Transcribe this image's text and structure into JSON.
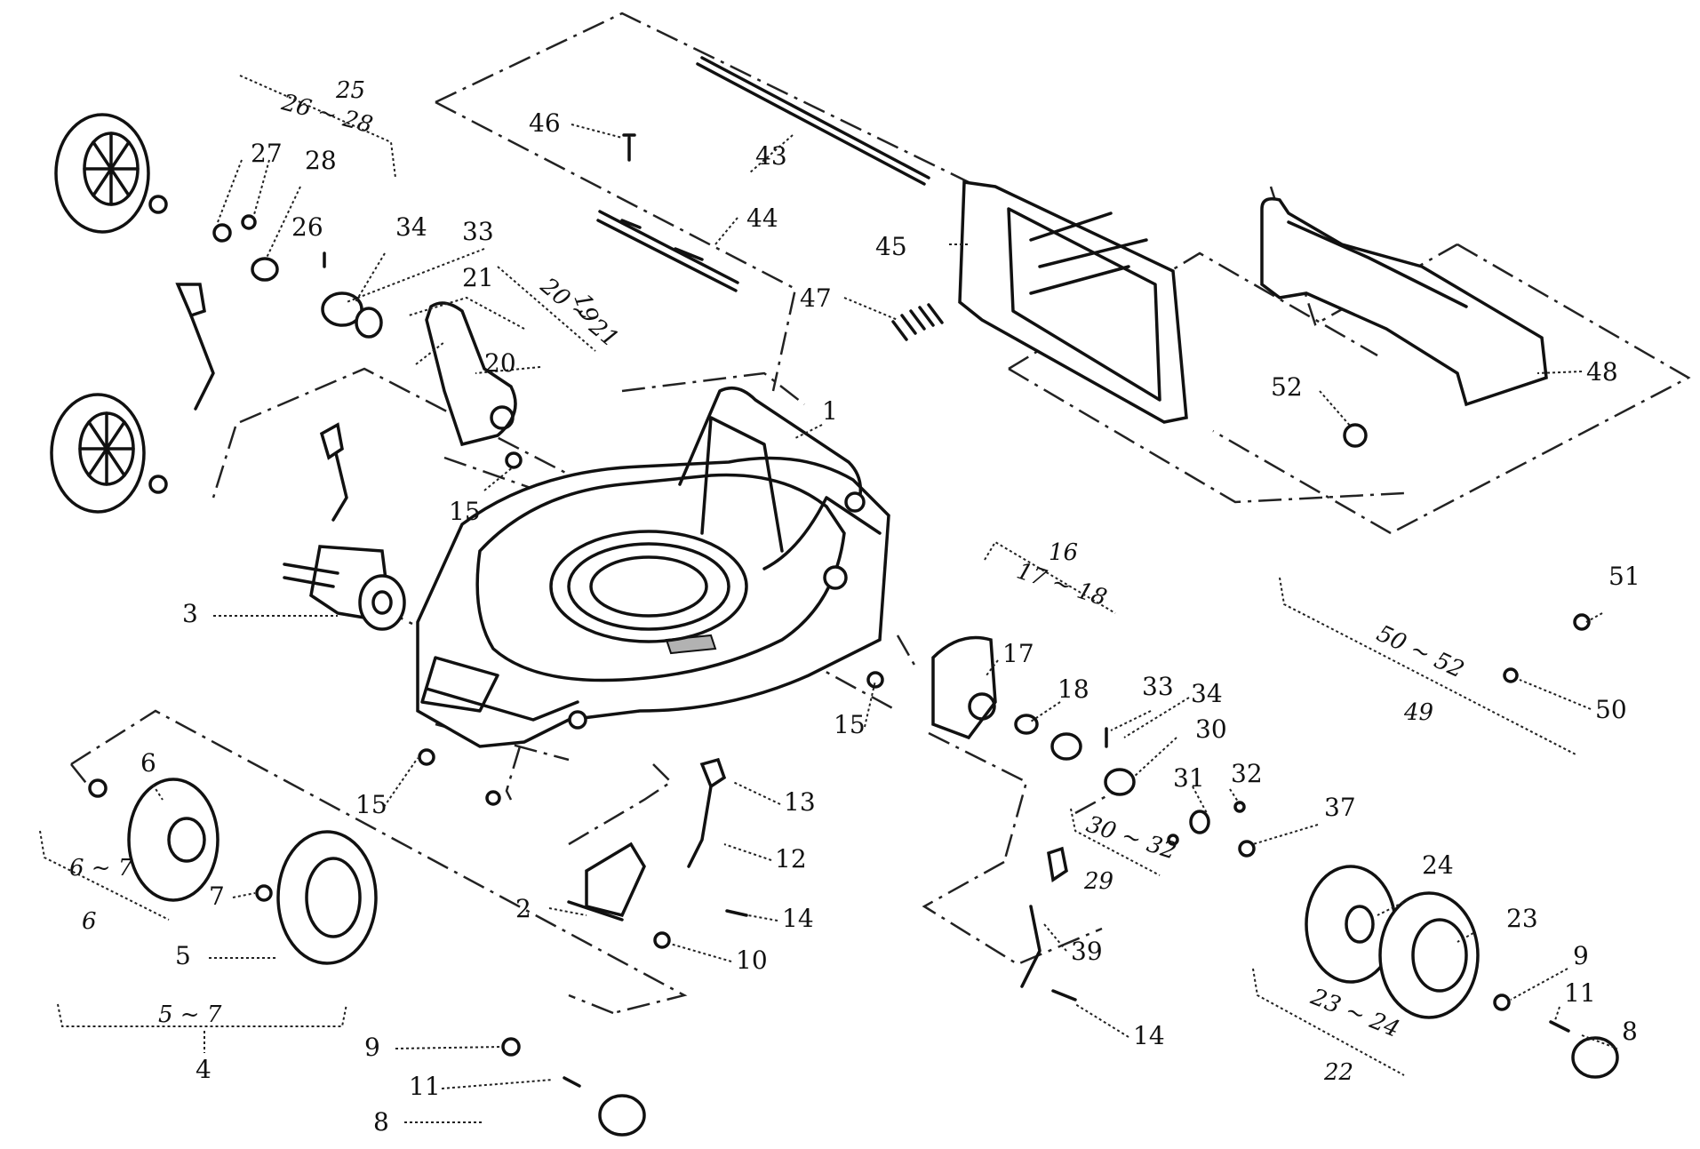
{
  "labels": {
    "p1": "1",
    "p2": "2",
    "p3": "3",
    "p4": "4",
    "p5": "5",
    "p5_7": "5 ~ 7",
    "p6": "6",
    "p6_7": "6 ~ 7",
    "p6b": "6",
    "p7": "7",
    "p8a": "8",
    "p8b": "8",
    "p9a": "9",
    "p9b": "9",
    "p10": "10",
    "p11a": "11",
    "p11b": "11",
    "p12": "12",
    "p13": "13",
    "p14a": "14",
    "p14b": "14",
    "p15a": "15",
    "p15b": "15",
    "p15c": "15",
    "p16": "16",
    "p17": "17",
    "p17_18": "17 ~ 18",
    "p18": "18",
    "p19": "19",
    "p20": "20",
    "p20_21": "20 ~ 21",
    "p21": "21",
    "p22": "22",
    "p23": "23",
    "p23_24": "23 ~ 24",
    "p24": "24",
    "p25": "25",
    "p26": "26",
    "p26_28": "26 ~ 28",
    "p27": "27",
    "p28": "28",
    "p29": "29",
    "p30": "30",
    "p30_32": "30 ~ 32",
    "p31": "31",
    "p32": "32",
    "p33a": "33",
    "p33b": "33",
    "p34a": "34",
    "p34b": "34",
    "p37": "37",
    "p39": "39",
    "p43": "43",
    "p44": "44",
    "p45": "45",
    "p46": "46",
    "p47": "47",
    "p48": "48",
    "p49": "49",
    "p50": "50",
    "p50_52": "50 ~ 52",
    "p51": "51",
    "p52": "52"
  }
}
